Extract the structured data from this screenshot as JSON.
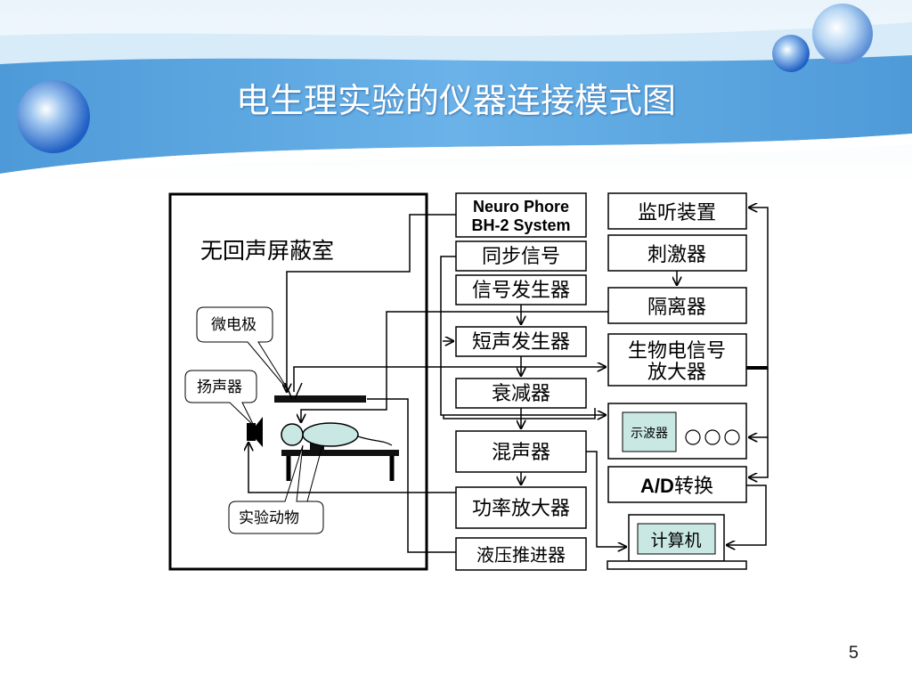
{
  "slide": {
    "title": "电生理实验的仪器连接模式图",
    "page_number": "5"
  },
  "colors": {
    "header_blue": "#5aa6e0",
    "header_light": "#cfe6f6",
    "screen_teal": "#c9e8e4",
    "animal_fill": "#c9e8e4",
    "line": "#000000"
  },
  "diagram": {
    "room_label": "无回声屏蔽室",
    "callouts": {
      "microelectrode": "微电极",
      "speaker": "扬声器",
      "animal": "实验动物"
    },
    "center_column": {
      "system_line1": "Neuro Phore",
      "system_line2": "BH-2 System",
      "sync_signal": "同步信号",
      "signal_generator": "信号发生器",
      "short_sound_generator": "短声发生器",
      "attenuator": "衰减器",
      "mixer": "混声器",
      "power_amplifier": "功率放大器",
      "hydraulic_pusher": "液压推进器"
    },
    "right_column": {
      "monitor_device": "监听装置",
      "stimulator": "刺激器",
      "isolator": "隔离器",
      "bio_amp_line1": "生物电信号",
      "bio_amp_line2": "放大器",
      "oscilloscope": "示波器",
      "ad_prefix": "A/D",
      "ad_suffix": "转换",
      "computer": "计算机"
    }
  }
}
